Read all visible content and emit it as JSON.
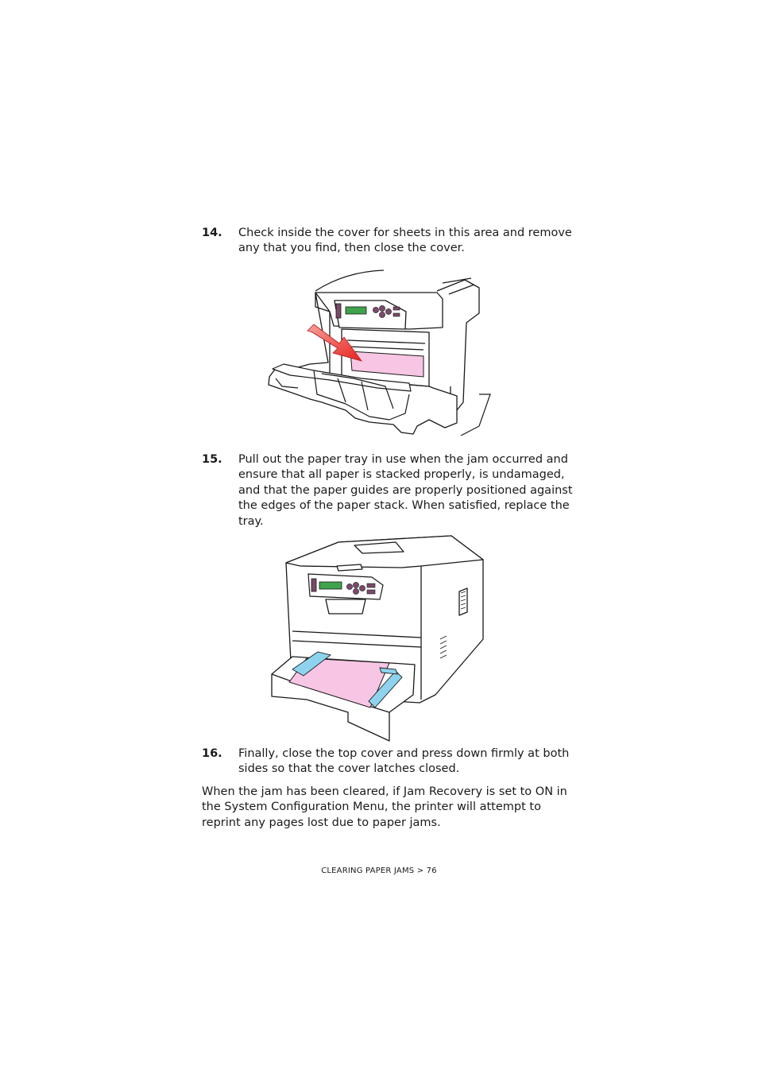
{
  "steps": [
    {
      "number": "14.",
      "text": "Check inside the cover for sheets in this area and remove any that you find, then close the cover."
    },
    {
      "number": "15.",
      "text": "Pull out the paper tray in use when the jam occurred and ensure that all paper is stacked properly, is undamaged, and that the paper guides are properly positioned against the edges of the paper stack. When satisfied, replace the tray."
    },
    {
      "number": "16.",
      "text": "Finally, close the top cover and press down firmly at both sides so that the cover latches closed."
    }
  ],
  "closing_paragraph": "When the jam has been cleared, if Jam Recovery is set to ON in the System Configuration Menu, the printer will attempt to reprint any pages lost due to paper jams.",
  "footer": "CLEARING PAPER JAMS > 76",
  "colors": {
    "paper_pink": "#f7c6e4",
    "arrow_red": "#e8231f",
    "guide_blue": "#8ed3ee",
    "panel_purple": "#7a4a6a",
    "display_green": "#3fa34d"
  }
}
